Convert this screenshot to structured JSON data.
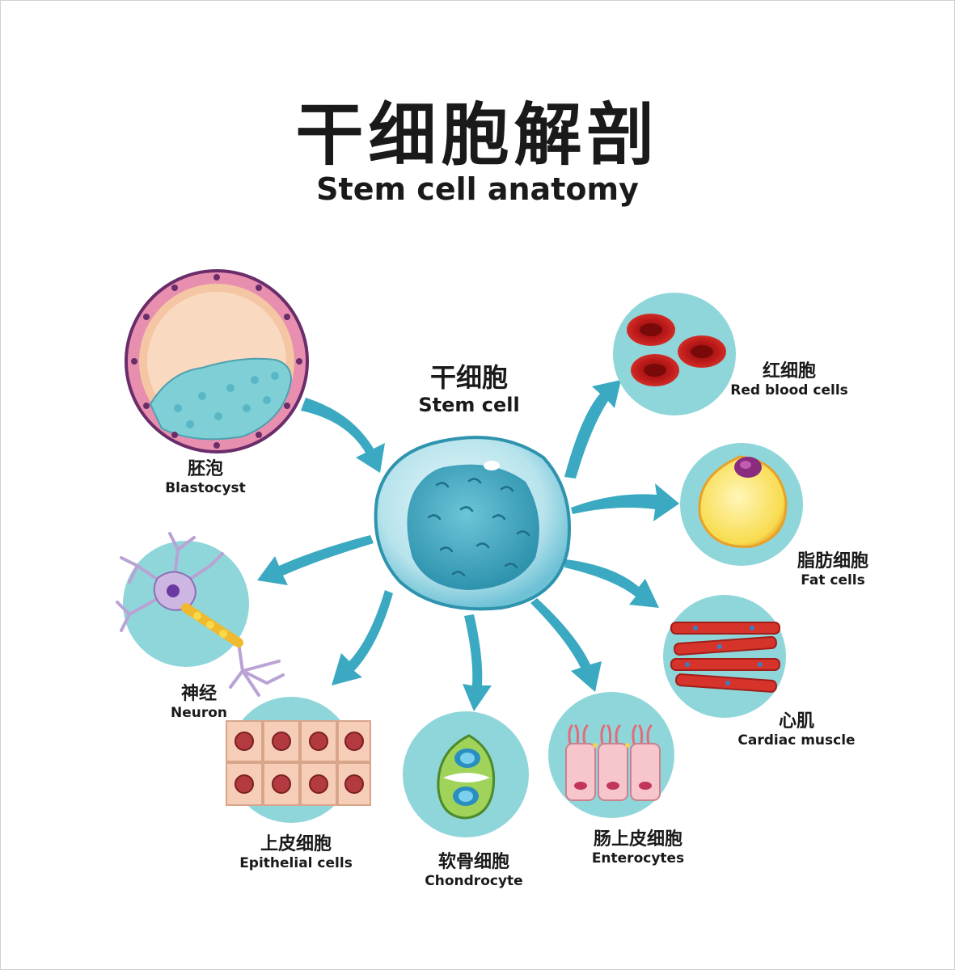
{
  "header": {
    "title": "干细胞解剖",
    "subtitle": "Stem cell anatomy"
  },
  "center": {
    "zh": "干细胞",
    "en": "Stem cell"
  },
  "cells": {
    "blastocyst": {
      "zh": "胚泡",
      "en": "Blastocyst"
    },
    "red_blood": {
      "zh": "红细胞",
      "en": "Red blood cells"
    },
    "fat": {
      "zh": "脂肪细胞",
      "en": "Fat cells"
    },
    "cardiac": {
      "zh": "心肌",
      "en": "Cardiac muscle"
    },
    "neuron": {
      "zh": "神经",
      "en": "Neuron"
    },
    "epithelial": {
      "zh": "上皮细胞",
      "en": "Epithelial cells"
    },
    "chondrocyte": {
      "zh": "软骨细胞",
      "en": "Chondrocyte"
    },
    "enterocytes": {
      "zh": "肠上皮细胞",
      "en": "Enterocytes"
    }
  },
  "colors": {
    "circle_bg": "#8fd6da",
    "arrow": "#3aa9c1",
    "red_cell": "#cc1f1f",
    "fat_yellow": "#f7d94a",
    "muscle": "#d6342a"
  }
}
